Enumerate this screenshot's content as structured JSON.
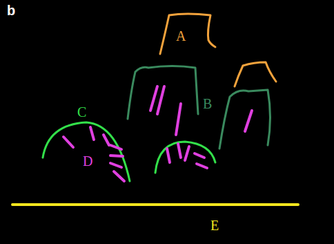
{
  "diagram": {
    "labels": [
      "b",
      "A",
      "B",
      "C",
      "D",
      "E"
    ]
  }
}
